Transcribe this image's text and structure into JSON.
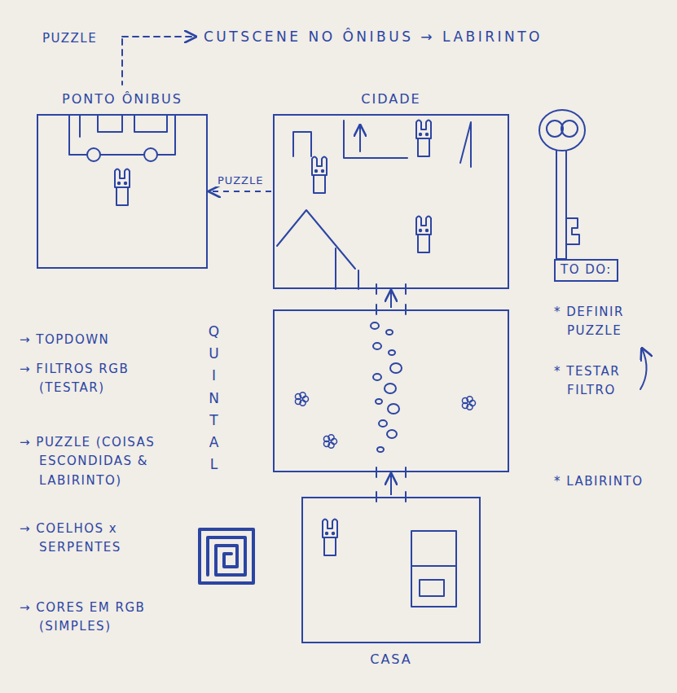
{
  "diagram": {
    "nodes": [
      {
        "text": [
          "PONTO ÔNIBUS"
        ]
      },
      {
        "text": [
          "CIDADE"
        ]
      },
      {
        "text": [
          "QUINTAL"
        ]
      },
      {
        "text": [
          "CASA"
        ]
      },
      {
        "text": [
          "TO DO:"
        ]
      }
    ],
    "edges": [
      {
        "from": 3,
        "to": 2,
        "arrow": "to"
      },
      {
        "from": 2,
        "to": 1,
        "arrow": "to"
      },
      {
        "from": 1,
        "to": 0,
        "arrow": "to",
        "label": "PUZZLE"
      }
    ],
    "labels": [
      "PUZZLE",
      "CUTSCENE NO ÔNIBUS → LABIRINTO",
      "→ TOPDOWN",
      "→ FILTROS RGB (TESTAR)",
      "→ PUZZLE (COISAS ESCONDIDAS & LABIRINTO)",
      "→ COELHOS x SERPENTES",
      "→ CORES EM RGB (SIMPLES)",
      "* DEFINIR PUZZLE",
      "* TESTAR FILTRO",
      "* LABIRINTO"
    ]
  }
}
